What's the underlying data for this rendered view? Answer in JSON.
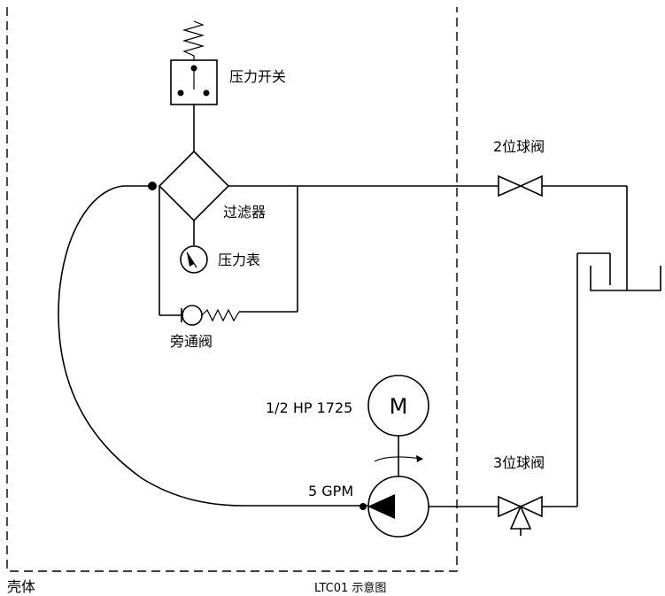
{
  "labels": {
    "pressure_switch": "压力开关",
    "filter": "过滤器",
    "pressure_gauge": "压力表",
    "bypass_valve": "旁通阀",
    "two_way_ball_valve": "2位球阀",
    "three_way_ball_valve": "3位球阀",
    "motor_spec": "1/2 HP  1725",
    "motor_symbol": "M",
    "pump_flow": "5 GPM",
    "housing": "壳体",
    "caption": "LTC01 示意图"
  }
}
